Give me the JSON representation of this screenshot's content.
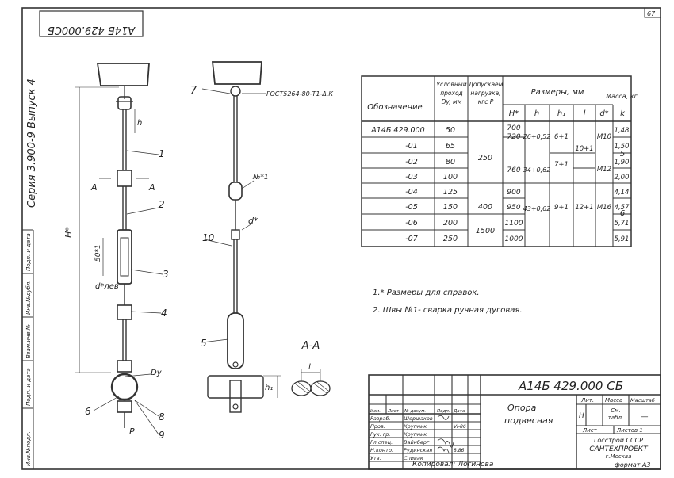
{
  "sheet": {
    "page_number": "67",
    "rotated_code": "А14Б 429.000СБ",
    "series": "Серия 3.900-9 Выпуск 4",
    "format": "формат А3",
    "copied_by": "Копировал: Логинова"
  },
  "side_labels": [
    "Инв.№подл.",
    "Подп. и дата",
    "Взам.инв.№",
    "Инв.№дубл.",
    "Подп. и дата"
  ],
  "drawing": {
    "left_labels": {
      "h": "h",
      "H": "H*",
      "A1": "А",
      "A2": "А",
      "len": "50*1",
      "d_lev": "d*лев",
      "Dy": "Dy",
      "P": "P"
    },
    "callouts": [
      "1",
      "2",
      "3",
      "4",
      "6",
      "8",
      "9",
      "7",
      "10",
      "5"
    ],
    "gost": "ГОСТ5264-80-Т1-Δ.К",
    "weld": "№*1",
    "d_star": "d*",
    "section": "А-А",
    "l": "l",
    "h1": "h₁"
  },
  "table": {
    "headers": {
      "designation": "Обозначение",
      "dy": "Условный проход Dy, мм",
      "p": "Допускаемая нагрузка, кгс P",
      "sizes": "Размеры, мм",
      "mass": "Масса, кг",
      "sub": [
        "H*",
        "h",
        "h₁",
        "l",
        "d*",
        "k"
      ]
    },
    "rows": [
      {
        "des": "А14Б 429.000",
        "dy": "50",
        "H": "700",
        "m": "1,48"
      },
      {
        "des": "-01",
        "dy": "65",
        "H": "720",
        "m": "1,50"
      },
      {
        "des": "-02",
        "dy": "80",
        "H": "760",
        "m": "1,90"
      },
      {
        "des": "-03",
        "dy": "100",
        "H": "",
        "m": "2,00"
      },
      {
        "des": "-04",
        "dy": "125",
        "H": "900",
        "m": "4,14"
      },
      {
        "des": "-05",
        "dy": "150",
        "H": "950",
        "m": "4,57"
      },
      {
        "des": "-06",
        "dy": "200",
        "H": "1100",
        "m": "5,71"
      },
      {
        "des": "-07",
        "dy": "250",
        "H": "1000",
        "m": "5,91"
      }
    ],
    "merged": {
      "p1": "250",
      "p2": "400",
      "p3": "1500",
      "h1": "26+0,52",
      "h2": "34+0,62",
      "h3": "43+0,62",
      "hh1": "6+1",
      "hh2": "7+1",
      "hh3": "9+1",
      "l1": "10+1",
      "l2": "12+1",
      "d1": "М10",
      "d2": "М12",
      "d3": "М16",
      "k1": "5",
      "k2": "6"
    }
  },
  "notes": [
    "1.* Размеры для справок.",
    "2. Швы №1- сварка ручная дуговая."
  ],
  "title_block": {
    "code": "А14Б 429.000 СБ",
    "name1": "Опора",
    "name2": "подвесная",
    "col_lit": "Лит.",
    "col_mass": "Масса",
    "col_scale": "Масштаб",
    "lit_val": "Н",
    "mass_val": "См. табл.",
    "scale_val": "—",
    "sheet": "Лист",
    "sheets": "Листов 1",
    "org1": "Госстрой СССР",
    "org2": "САНТЕХПРОЕКТ",
    "org3": "г.Москва",
    "header_row": [
      "Изм.",
      "Лист",
      "№ докум.",
      "Подп.",
      "Дата"
    ],
    "roles": [
      {
        "role": "Разраб.",
        "name": "Шершаков"
      },
      {
        "role": "Пров.",
        "name": "Крупник"
      },
      {
        "role": "Рук. гр.",
        "name": "Крупник"
      },
      {
        "role": "Гл.спец.",
        "name": "Вайнберг"
      },
      {
        "role": "Н.контр.",
        "name": "Рудинская"
      },
      {
        "role": "Утв.",
        "name": "Спивак"
      }
    ],
    "date1": "VI-86",
    "date2": "8.86"
  }
}
